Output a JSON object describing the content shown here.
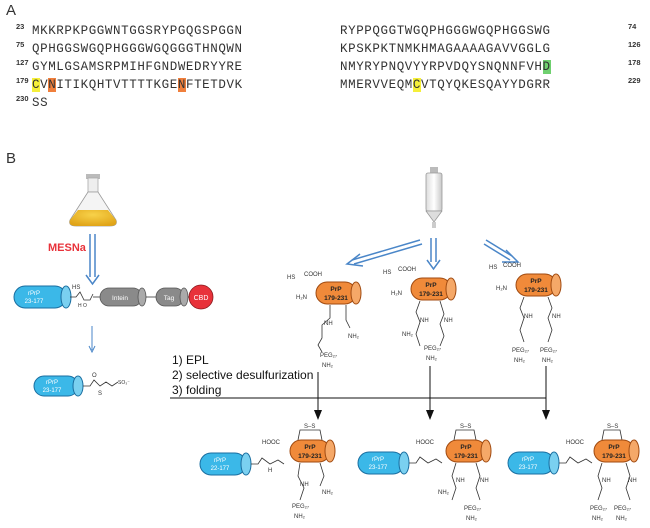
{
  "panel_a": {
    "label": "A",
    "rows": [
      {
        "n_left": "23",
        "left": "MKKRPKPGGWNTGGSRYPGQGSPGGN",
        "right": "RYPPQGGTWGQPHGGGWGQPHGGSWG",
        "n_right": "74"
      },
      {
        "n_left": "75",
        "left": "QPHGGSWGQPHGGGWGQGGGTHNQWN",
        "right": "KPSKPKTNMKHMAGAAAAGAVVGGLG",
        "n_right": "126"
      },
      {
        "n_left": "127",
        "left": "GYMLGSAMSRPMIHFGNDWEDRYYRE",
        "right_a": "NMYRYPNQVYYRPVDQYSNQNNFVH",
        "right_hl": "D",
        "n_right": "178"
      },
      {
        "n_left": "179",
        "l1": "C",
        "l2": "V",
        "l3": "N",
        "l4": "ITIKQHTVTTTTKGE",
        "l5": "N",
        "l6": "FTETDVK",
        "r1": "MMERVVEQM",
        "r2": "C",
        "r3": "VTQYQKESQAYYDGRR",
        "n_right": "229"
      },
      {
        "n_left": "230",
        "left": "SS"
      }
    ]
  },
  "panel_b": {
    "label": "B",
    "reagent": "MESNa",
    "rprp_top": "rPrP",
    "rprp_bottom": "23-177",
    "intein": "Intein",
    "tag": "Tag",
    "cbd": "CBD",
    "prp_top": "PrP",
    "prp_bottom": "179-231",
    "rprp2_bottom": "22-177",
    "peg": "PEG",
    "peg_sub": "27",
    "nh2": "NH",
    "nh2_sub": "2",
    "steps": [
      "1) EPL",
      "2) selective desulfurization",
      "3) folding"
    ]
  },
  "colors": {
    "cyan": "#3bb8e8",
    "orange": "#f08a3a",
    "gray": "#8a8a8a",
    "red": "#e8323a",
    "arrow_blue": "#4a86c8",
    "mesna_red": "#e8323a"
  }
}
